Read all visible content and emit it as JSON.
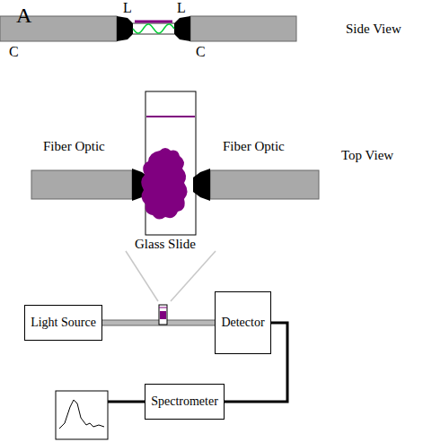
{
  "diagram": {
    "nodes": [
      {
        "text": [
          "Light Source"
        ]
      },
      {
        "text": [
          "Detector"
        ]
      },
      {
        "text": [
          "Spectrometer"
        ]
      }
    ],
    "edges": [
      {
        "from": 0,
        "to": 1,
        "arrow": "none"
      },
      {
        "from": 1,
        "to": 2,
        "arrow": "none"
      }
    ],
    "labels": [
      "A",
      "L",
      "L",
      "Side View",
      "C",
      "C",
      "Fiber Optic",
      "Fiber Optic",
      "Top View",
      "Glass Slide"
    ]
  }
}
